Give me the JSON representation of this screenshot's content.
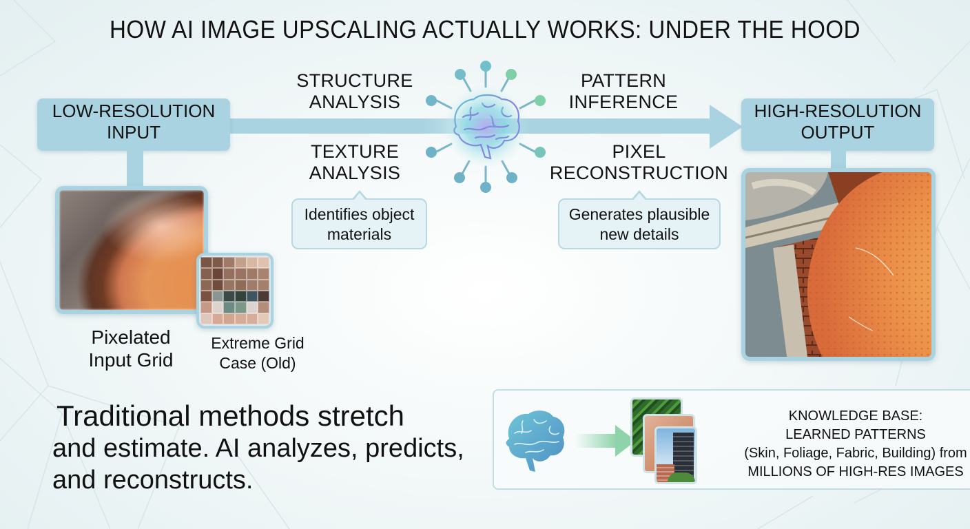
{
  "title": "HOW AI IMAGE UPSCALING ACTUALLY WORKS: UNDER THE HOOD",
  "colors": {
    "box_fill": "#a9d3e0",
    "arrow": "#a9d3e0",
    "callout_border": "#b8d8e2",
    "callout_fill": "#e6f3f6",
    "brain_glow": "#7fd6e0",
    "node_blue": "#6fb2c8",
    "node_green": "#7fd0a6",
    "kb_arrow": "#8fd3aa"
  },
  "input_box": {
    "line1": "LOW-RESOLUTION",
    "line2": "INPUT"
  },
  "output_box": {
    "line1": "HIGH-RESOLUTION",
    "line2": "OUTPUT"
  },
  "stages": {
    "structure": {
      "line1": "STRUCTURE",
      "line2": "ANALYSIS"
    },
    "texture": {
      "line1": "TEXTURE",
      "line2": "ANALYSIS"
    },
    "pattern": {
      "line1": "PATTERN",
      "line2": "INFERENCE"
    },
    "pixel": {
      "line1": "PIXEL",
      "line2": "RECONSTRUCTION"
    }
  },
  "callouts": {
    "texture": {
      "line1": "Identifies object",
      "line2": "materials"
    },
    "pixel": {
      "line1": "Generates plausible",
      "line2": "new details"
    }
  },
  "central_icon": "brain-icon",
  "input_images": {
    "main_caption": {
      "line1": "Pixelated",
      "line2": "Input Grid"
    },
    "grid_caption": {
      "line1": "Extreme Grid",
      "line2": "Case (Old)"
    },
    "grid_colors": [
      [
        "#7a5444",
        "#7f5a48",
        "#a07a66",
        "#c4a08a",
        "#d8b7a3",
        "#e0c0ae"
      ],
      [
        "#86604e",
        "#6b4535",
        "#93705f",
        "#9a7462",
        "#a07a66",
        "#a88470"
      ],
      [
        "#8c6754",
        "#714b3c",
        "#977564",
        "#8f6b58",
        "#a07d6a",
        "#a4806c"
      ],
      [
        "#7b5140",
        "#8b9592",
        "#3b4a44",
        "#34443c",
        "#3e5560",
        "#4e3a35"
      ],
      [
        "#c79886",
        "#ddd2cc",
        "#6f8a82",
        "#7c968a",
        "#dcd3d0",
        "#b48c7a"
      ],
      [
        "#e1c7ba",
        "#d5a994",
        "#d2a58f",
        "#d7ab95",
        "#d6ad98",
        "#e5c9b8"
      ]
    ]
  },
  "summary": {
    "line1": "Traditional methods stretch",
    "line2": "and estimate. AI analyzes, predicts,",
    "line3": "and reconstructs."
  },
  "knowledge_base": {
    "line1": "KNOWLEDGE BASE:",
    "line2": "LEARNED PATTERNS",
    "line3": "(Skin, Foliage, Fabric, Building) from",
    "line4": "MILLIONS OF HIGH-RES IMAGES",
    "thumbnails": [
      "foliage",
      "skin",
      "building"
    ]
  }
}
